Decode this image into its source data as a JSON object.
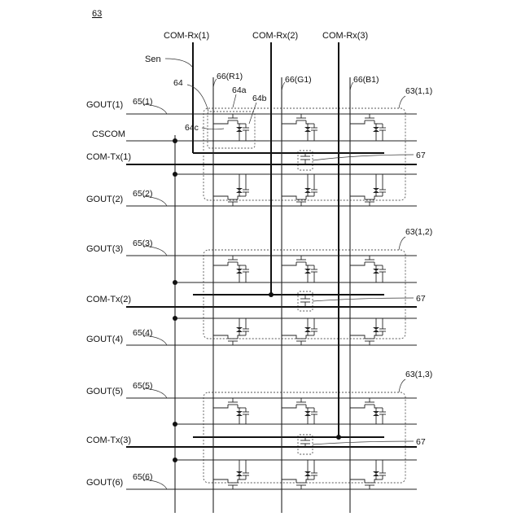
{
  "figure_number": "63",
  "lines": {
    "com_rx": [
      "COM-Rx(1)",
      "COM-Rx(2)",
      "COM-Rx(3)"
    ],
    "sen": "Sen",
    "com_tx": [
      "COM-Tx(1)",
      "COM-Tx(2)",
      "COM-Tx(3)"
    ],
    "gout": [
      "GOUT(1)",
      "GOUT(2)",
      "GOUT(3)",
      "GOUT(4)",
      "GOUT(5)",
      "GOUT(6)"
    ],
    "cscom": "CSCOM"
  },
  "refs": {
    "gate_lines": [
      "65(1)",
      "65(2)",
      "65(3)",
      "65(4)",
      "65(5)",
      "65(6)"
    ],
    "data_lines": [
      "66(R1)",
      "66(G1)",
      "66(B1)"
    ],
    "blocks": [
      "63(1,1)",
      "63(1,2)",
      "63(1,3)"
    ],
    "pixel": "64",
    "transistor": "64a",
    "storage_cap": "64b",
    "liquid_crystal": "64c",
    "cross_cap": "67"
  },
  "colors": {
    "ink": "#111111",
    "dashed_outline": "#555555",
    "background": "#ffffff"
  }
}
